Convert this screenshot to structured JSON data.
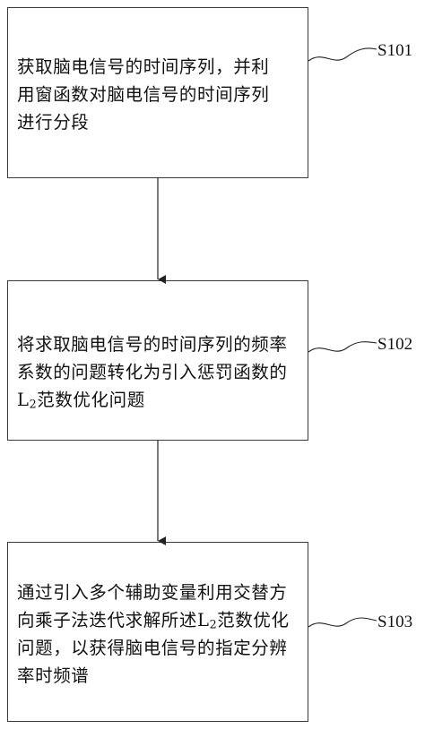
{
  "steps": [
    {
      "id": "S101",
      "lines": [
        "获取脑电信号的时间序列，并利",
        "用窗函数对脑电信号的时间序列",
        "进行分段"
      ]
    },
    {
      "id": "S102",
      "lines": [
        "将求取脑电信号的时间序列的频率",
        "系数的问题转化为引入惩罚函数的"
      ],
      "line3_prefix": "L",
      "line3_sub": "2",
      "line3_rest": "范数优化问题"
    },
    {
      "id": "S103",
      "line1": "通过引入多个辅助变量利用交替方",
      "line2_prefix": "向乘子法迭代求解所述L",
      "line2_sub": "2",
      "line2_rest": "范数优化",
      "lines_rest": [
        "问题，以获得脑电信号的指定分辨",
        "率时频谱"
      ]
    }
  ]
}
